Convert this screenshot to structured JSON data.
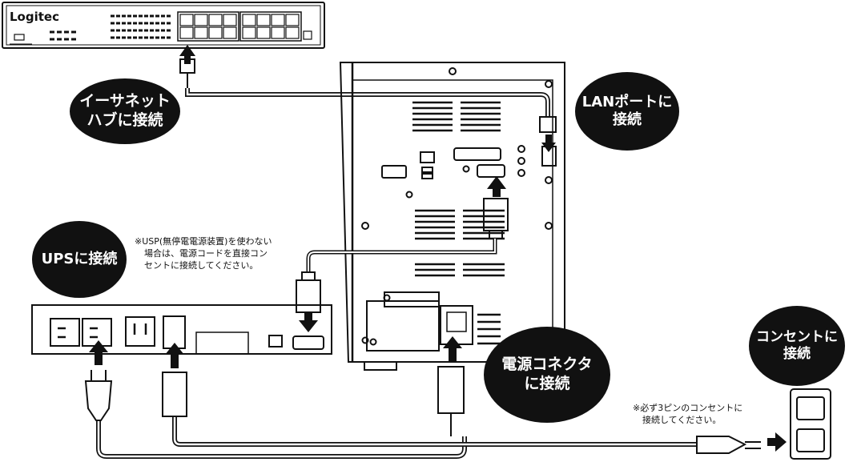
{
  "hub": {
    "brand": "Logitec"
  },
  "labels": {
    "ethernet_hub": [
      "イーサネット",
      "ハブに接続"
    ],
    "lan_port": [
      "LANポートに",
      "接続"
    ],
    "ups": [
      "UPSに接続"
    ],
    "power_connector": [
      "電源コネクタ",
      "に接続"
    ],
    "outlet": [
      "コンセントに",
      "接続"
    ]
  },
  "notes": {
    "ups_note": [
      "※USP(無停電電源装置)を使わない",
      "場合は、電源コードを直接コン",
      "セントに接続してください。"
    ],
    "outlet_note": [
      "※必ず3ピンのコンセントに",
      "接続してください。"
    ]
  }
}
